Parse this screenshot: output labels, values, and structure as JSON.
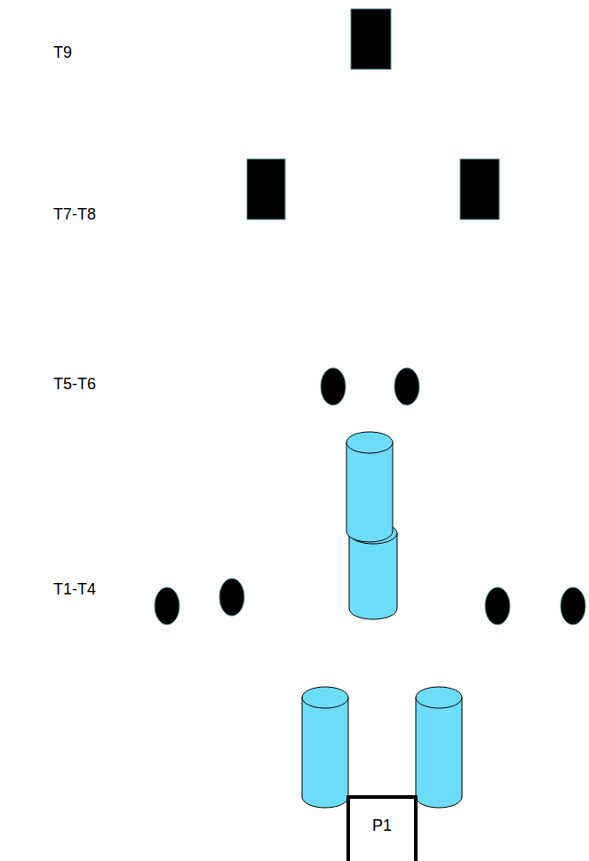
{
  "diagram": {
    "nodes": [
      {
        "text": [
          "P1"
        ]
      }
    ],
    "labels": [
      "T9",
      "T7-T8",
      "T5-T6",
      "T1-T4"
    ]
  }
}
